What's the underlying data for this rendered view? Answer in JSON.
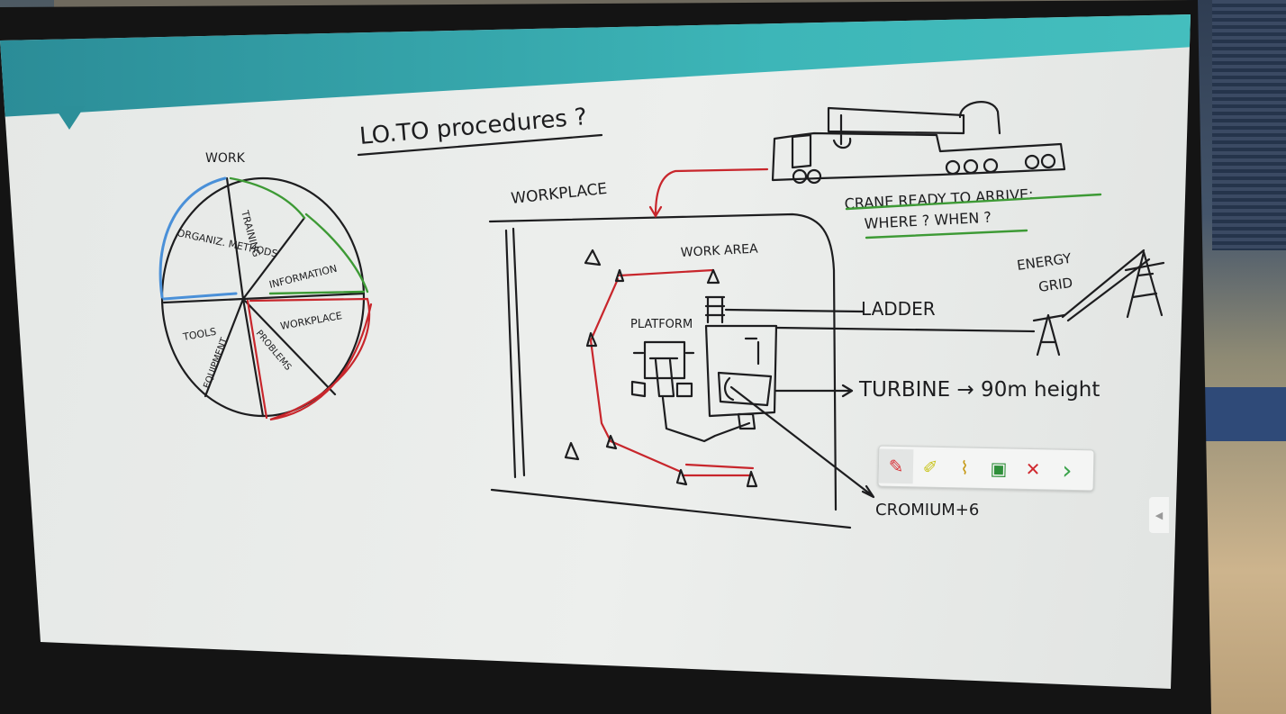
{
  "whiteboard": {
    "title": "LO.TO procedures ?",
    "pie": {
      "top_label": "WORK",
      "segments": [
        {
          "label": "ORGANIZ. METHODS",
          "color": "#4a90d8"
        },
        {
          "label": "TRAINING",
          "color": "#3d9a35"
        },
        {
          "label": "INFORMATION",
          "color": "#3d9a35"
        },
        {
          "label": "WORKPLACE",
          "color": "#c8262c"
        },
        {
          "label": "PROBLEMS",
          "color": "#c8262c"
        },
        {
          "label": "EQUIPMENT",
          "color": "#1d1d1f"
        },
        {
          "label": "TOOLS",
          "color": "#1d1d1f"
        }
      ]
    },
    "workplace_label": "WORKPLACE",
    "work_area_label": "WORK AREA",
    "platform_label": "PLATFORM",
    "ladder_label": "LADDER",
    "turbine_label": "TURBINE → 90m height",
    "cromium_label": "CROMIUM+6",
    "crane_note_line1": "CRANE READY TO ARRIVE:",
    "crane_note_line2": "WHERE ? WHEN ?",
    "energy_label_line1": "ENERGY",
    "energy_label_line2": "GRID"
  },
  "toolbar": {
    "tools": [
      {
        "name": "pen-tool",
        "icon": "pencil-icon",
        "glyph": "✎",
        "color": "#d9343a"
      },
      {
        "name": "highlighter-tool",
        "icon": "highlighter-icon",
        "glyph": "✐",
        "color": "#c9c41a"
      },
      {
        "name": "eraser-tool",
        "icon": "broom-icon",
        "glyph": "⌇",
        "color": "#c69a18"
      },
      {
        "name": "save-tool",
        "icon": "save-icon",
        "glyph": "▣",
        "color": "#2f8f3a"
      },
      {
        "name": "close-tool",
        "icon": "close-icon",
        "glyph": "✕",
        "color": "#d0292f"
      },
      {
        "name": "next-tool",
        "icon": "chevron-right-icon",
        "glyph": "›",
        "color": "#3aa24a"
      }
    ]
  },
  "side_panel": {
    "glyph": "◀"
  }
}
